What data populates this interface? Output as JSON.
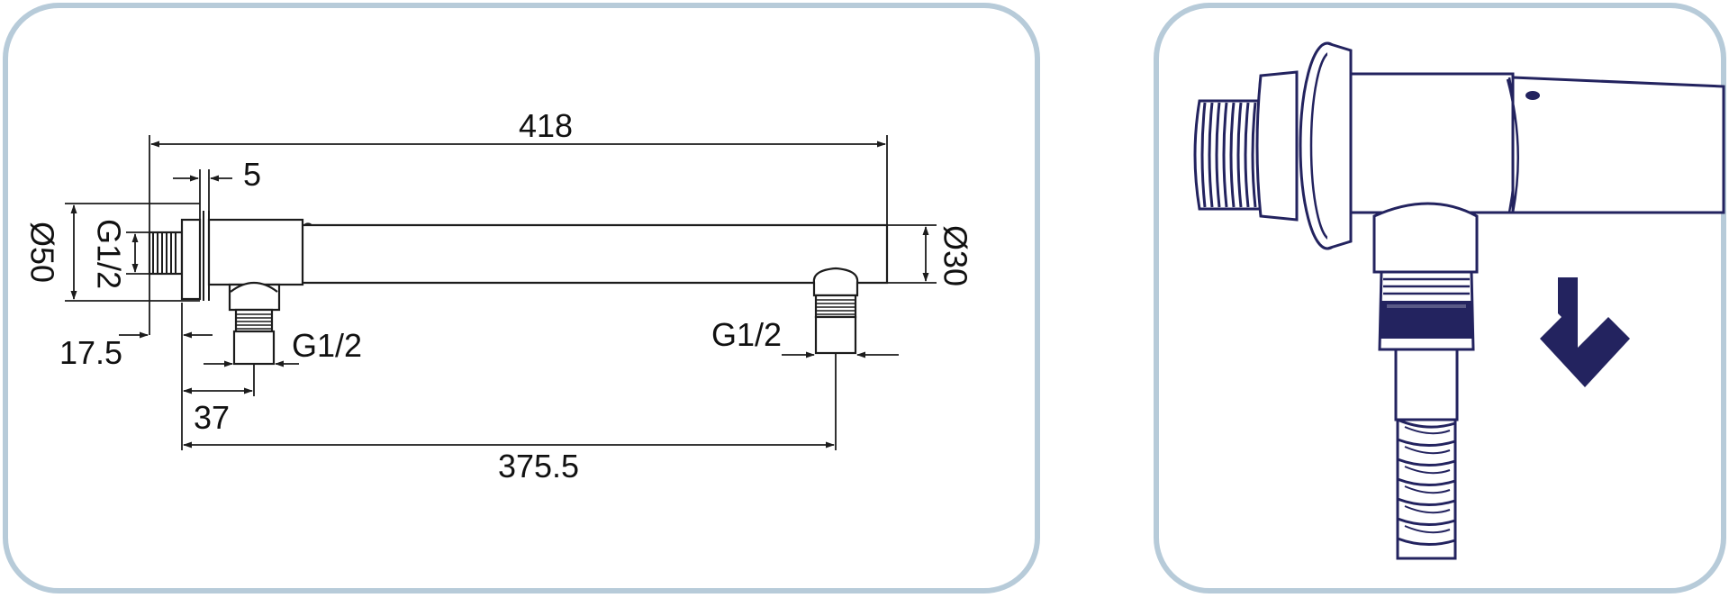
{
  "drawing": {
    "dimensions": {
      "total_length": "418",
      "flange_thickness": "5",
      "flange_diameter": "Ø50",
      "wall_thread": "G1/2",
      "wall_offset": "17.5",
      "outlet_thread_left": "G1/2",
      "outlet_offset": "37",
      "outlet_spacing": "375.5",
      "outlet_thread_right": "G1/2",
      "pipe_diameter": "Ø30"
    }
  },
  "illustration": {
    "arrow_color": "#23235f",
    "arrow_icon": "arrow-down-icon"
  },
  "colors": {
    "panel_border": "#b7cbd9",
    "line": "#1c1c1c",
    "navy": "#23235f"
  }
}
